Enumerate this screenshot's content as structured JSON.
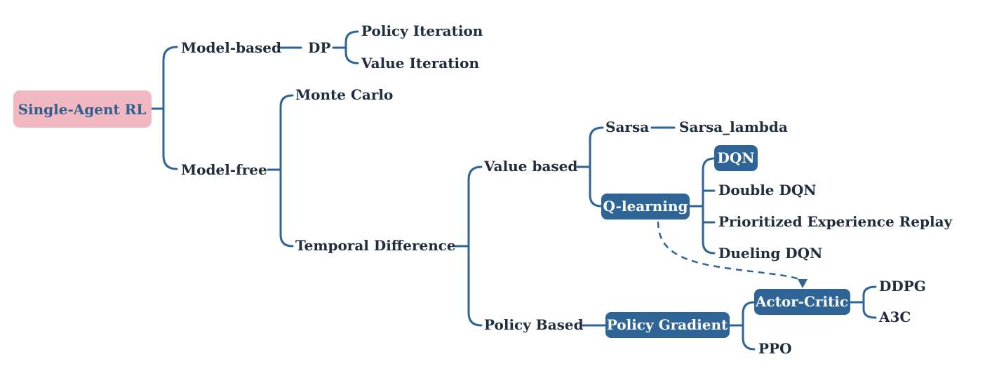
{
  "root": {
    "label": "Single-Agent RL"
  },
  "model_based": {
    "label": "Model-based",
    "dp": {
      "label": "DP",
      "children": [
        "Policy Iteration",
        "Value Iteration"
      ]
    }
  },
  "model_free": {
    "label": "Model-free",
    "monte_carlo": "Monte Carlo",
    "temporal_difference": {
      "label": "Temporal Difference",
      "value_based": {
        "label": "Value based",
        "sarsa": {
          "label": "Sarsa",
          "child": "Sarsa_lambda"
        },
        "q_learning": {
          "label": "Q-learning",
          "children": [
            "DQN",
            "Double DQN",
            "Prioritized Experience Replay",
            "Dueling DQN"
          ]
        }
      },
      "policy_based": {
        "label": "Policy Based",
        "policy_gradient": {
          "label": "Policy Gradient",
          "actor_critic": {
            "label": "Actor-Critic",
            "children": [
              "DDPG",
              "A3C"
            ]
          },
          "ppo": "PPO"
        }
      }
    }
  },
  "colors": {
    "edge": "#2f6496",
    "highlight_box": "#2f6496",
    "root_box": "#f1b8c2",
    "root_text": "#2f5f8f",
    "text": "#1f2d3d"
  }
}
